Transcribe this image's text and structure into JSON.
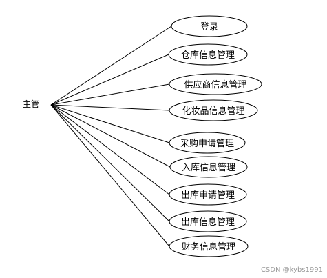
{
  "actor": {
    "label": "主管"
  },
  "use_cases": [
    {
      "label": "登录"
    },
    {
      "label": "仓库信息管理"
    },
    {
      "label": "供应商信息管理"
    },
    {
      "label": "化妆品信息管理"
    },
    {
      "label": "采购申请管理"
    },
    {
      "label": "入库信息管理"
    },
    {
      "label": "出库申请管理"
    },
    {
      "label": "出库信息管理"
    },
    {
      "label": "财务信息管理"
    }
  ],
  "watermark": "CSDN @kybs1991"
}
